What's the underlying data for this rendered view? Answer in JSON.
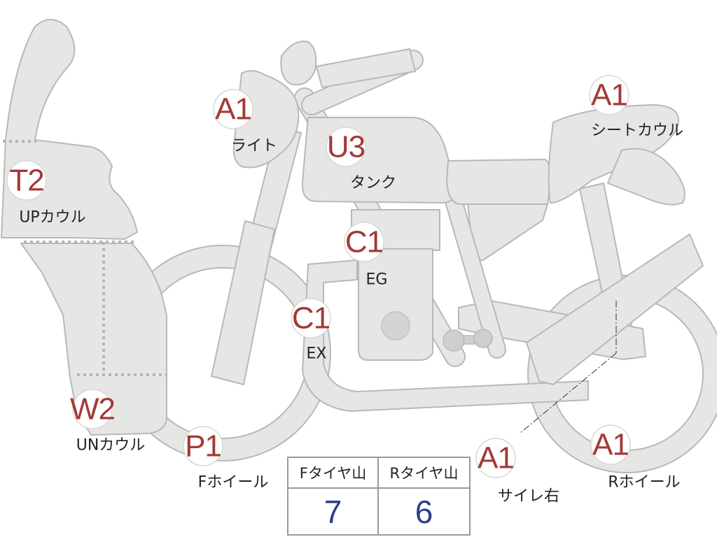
{
  "parts": [
    {
      "id": "up-cowl",
      "grade": "T2",
      "label": "UPカウル"
    },
    {
      "id": "under-cowl",
      "grade": "W2",
      "label": "UNカウル"
    },
    {
      "id": "light",
      "grade": "A1",
      "label": "ライト"
    },
    {
      "id": "tank",
      "grade": "U3",
      "label": "タンク"
    },
    {
      "id": "seat-cowl",
      "grade": "A1",
      "label": "シートカウル"
    },
    {
      "id": "engine",
      "grade": "C1",
      "label": "EG"
    },
    {
      "id": "exhaust",
      "grade": "C1",
      "label": "EX"
    },
    {
      "id": "front-wheel",
      "grade": "P1",
      "label": "Fホイール"
    },
    {
      "id": "muffler-r",
      "grade": "A1",
      "label": "サイレ右"
    },
    {
      "id": "rear-wheel",
      "grade": "A1",
      "label": "Rホイール"
    }
  ],
  "tire_table": {
    "front_header": "Fタイヤ山",
    "rear_header": "Rタイヤ山",
    "front_value": "7",
    "rear_value": "6"
  }
}
